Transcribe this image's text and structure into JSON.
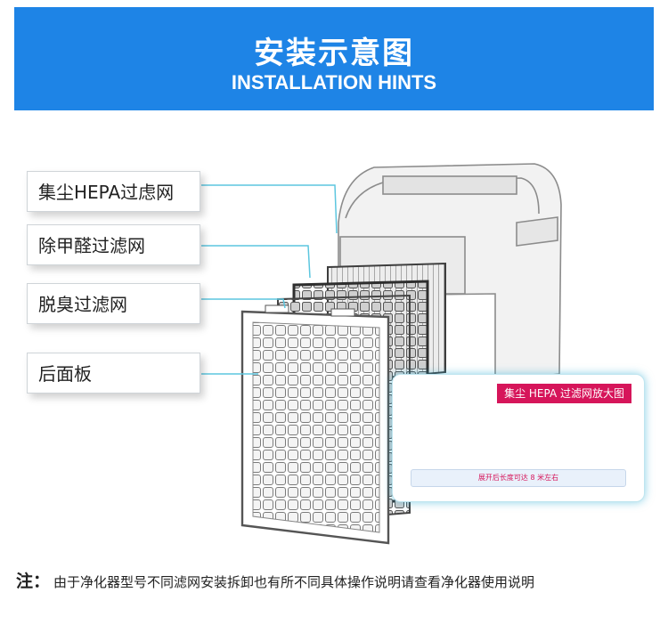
{
  "header": {
    "title": "安装示意图",
    "subtitle": "INSTALLATION HINTS",
    "background": "#1e84e6"
  },
  "labels": [
    "集尘HEPA过虑网",
    "除甲醛过滤网",
    "脱臭过滤网",
    "后面板"
  ],
  "zoom_panel": {
    "tag": "集尘 HEPA 过滤网放大图",
    "note": "展开后长度可达 8 米左右",
    "tag_color": "#d6155a"
  },
  "footnote": {
    "prefix": "注：",
    "text": "由于净化器型号不同滤网安装拆卸也有所不同具体操作说明请查看净化器使用说明"
  },
  "leader_line_color": "#5cc6df"
}
